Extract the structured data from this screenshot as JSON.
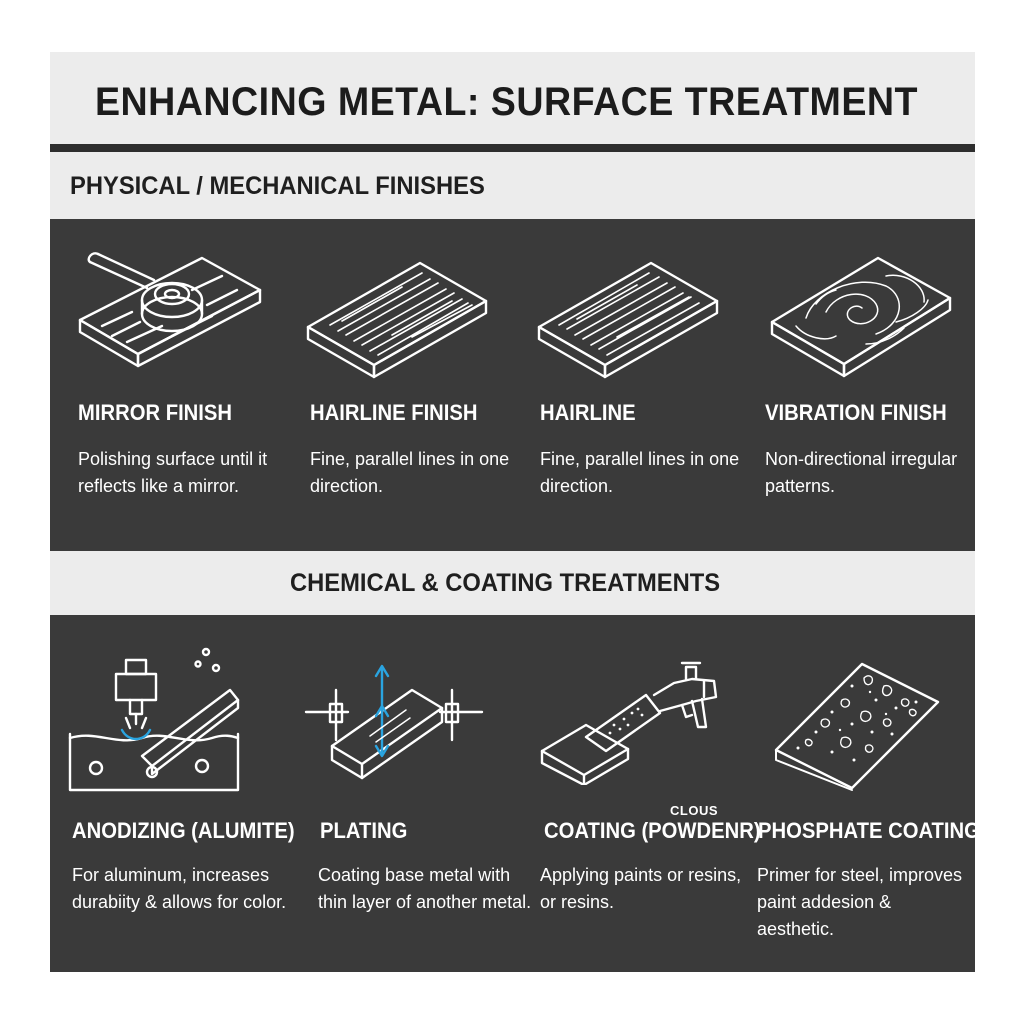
{
  "title": "ENHANCING METAL: SURFACE TREATMENT",
  "sections": [
    {
      "heading": "PHYSICAL / MECHANICAL FINISHES",
      "items": [
        {
          "icon": "polisher-icon",
          "title": "MIRROR FINISH",
          "desc": "Polishing surface until it reflects like a mirror."
        },
        {
          "icon": "hairline-plate-icon",
          "title": "HAIRLINE FINISH",
          "desc": "Fine, parallel lines in one direction."
        },
        {
          "icon": "hairline-plate-icon",
          "title": "HAIRLINE",
          "desc": "Fine, parallel lines in one direction."
        },
        {
          "icon": "swirl-plate-icon",
          "title": "VIBRATION FINISH",
          "desc": "Non-directional irregular patterns."
        }
      ]
    },
    {
      "heading": "CHEMICAL & COATING TREATMENTS",
      "items": [
        {
          "icon": "anodizing-bath-icon",
          "title": "ANODIZING (ALUMITE)",
          "desc": "For aluminum, increases durabiity & allows for color."
        },
        {
          "icon": "plating-icon",
          "title": "PLATING",
          "desc": "Coating base metal with thin layer of another metal."
        },
        {
          "icon": "spray-gun-icon",
          "title": "COATING (POWDENR)",
          "superscript": "CLOUS",
          "desc": "Applying paints or resins, or resins."
        },
        {
          "icon": "speckled-plate-icon",
          "title": "PHOSPHATE COATING",
          "desc": "Primer for steel, improves paint addesion & aesthetic."
        }
      ]
    }
  ],
  "colors": {
    "panel": "#3a3a3a",
    "bar": "#ececec",
    "accent": "#2aa4e0",
    "text_dark": "#1c1c1c",
    "text_light": "#ffffff"
  }
}
